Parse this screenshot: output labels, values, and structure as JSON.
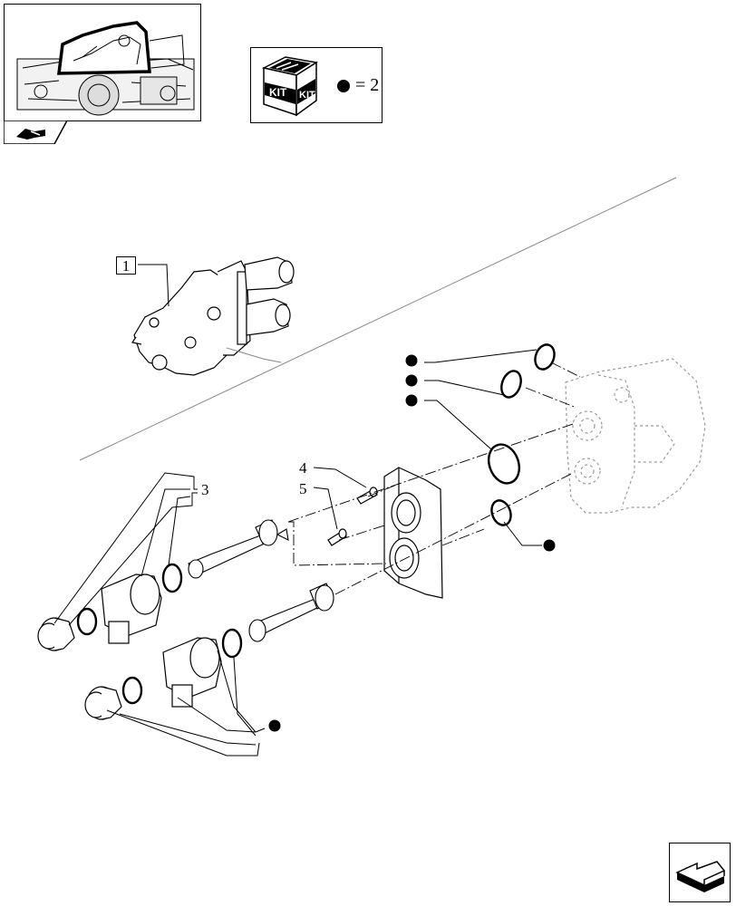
{
  "kit": {
    "icon_text_left": "KIT",
    "icon_text_right": "KIT",
    "quantity_label": "= 2"
  },
  "callouts": {
    "c1": "1",
    "c3": "3",
    "c4": "4",
    "c5": "5"
  },
  "icons": {
    "thumbnail": "tractor-location-thumbnail",
    "section_tab": "hydraulic-section-icon",
    "kit": "kit-box-icon",
    "kit_marker": "filled-dot-icon",
    "nav": "next-page-arrow-icon"
  },
  "colors": {
    "line": "#000000",
    "background": "#ffffff",
    "dashed_part": "#9a9a9a"
  }
}
